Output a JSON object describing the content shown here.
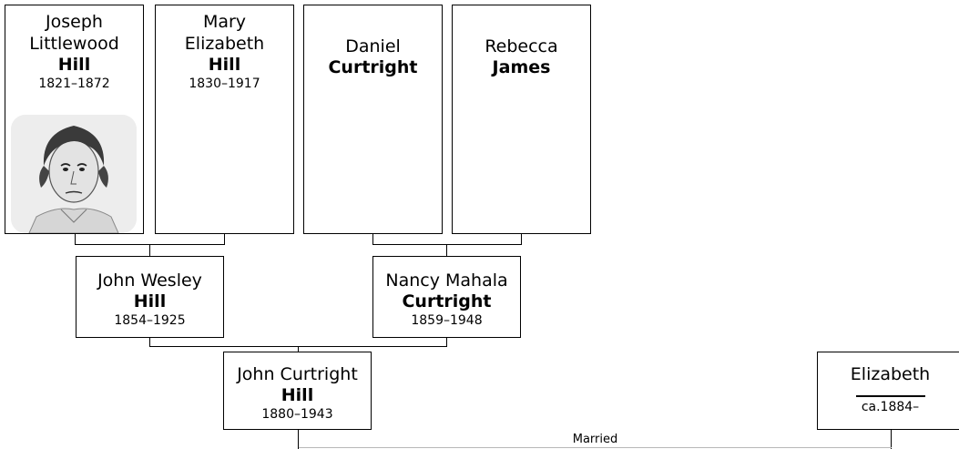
{
  "people": {
    "joseph": {
      "first": "Joseph Littlewood",
      "surname": "Hill",
      "dates": "1821–1872"
    },
    "mary": {
      "first": "Mary Elizabeth",
      "surname": "Hill",
      "dates": "1830–1917"
    },
    "daniel": {
      "first": "Daniel",
      "surname": "Curtright",
      "dates": ""
    },
    "rebecca": {
      "first": "Rebecca",
      "surname": "James",
      "dates": ""
    },
    "john_wesley": {
      "first": "John Wesley",
      "surname": "Hill",
      "dates": "1854–1925"
    },
    "nancy": {
      "first": "Nancy Mahala",
      "surname": "Curtright",
      "dates": "1859–1948"
    },
    "john_curtright": {
      "first": "John Curtright",
      "surname": "Hill",
      "dates": "1880–1943"
    },
    "elizabeth": {
      "first": "Elizabeth",
      "surname": "",
      "dates": "ca.1884–"
    }
  },
  "marriage": {
    "label": "Married"
  },
  "colors": {
    "line": "#000000",
    "marriage_line": "#b8b8b8",
    "background": "#ffffff"
  }
}
